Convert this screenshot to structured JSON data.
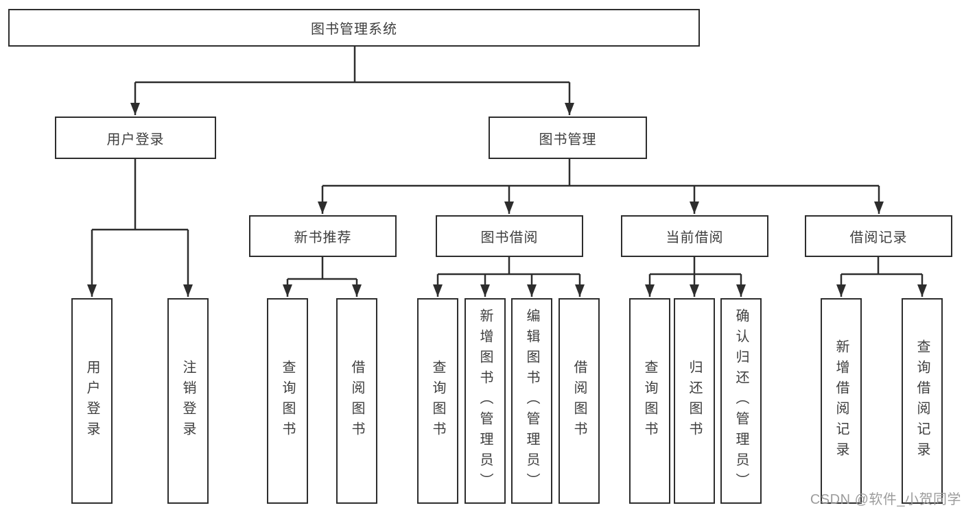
{
  "diagram": {
    "root": {
      "label": "图书管理系统"
    },
    "level2": [
      {
        "label": "用户登录"
      },
      {
        "label": "图书管理"
      }
    ],
    "level3": [
      {
        "label": "新书推荐",
        "parent": "图书管理"
      },
      {
        "label": "图书借阅",
        "parent": "图书管理"
      },
      {
        "label": "当前借阅",
        "parent": "图书管理"
      },
      {
        "label": "借阅记录",
        "parent": "图书管理"
      }
    ],
    "leaves": [
      {
        "label": "用户登录",
        "parent": "用户登录"
      },
      {
        "label": "注销登录",
        "parent": "用户登录"
      },
      {
        "label": "查询图书",
        "parent": "新书推荐"
      },
      {
        "label": "借阅图书",
        "parent": "新书推荐"
      },
      {
        "label": "查询图书",
        "parent": "图书借阅"
      },
      {
        "label": "新增图书（管理员）",
        "parent": "图书借阅"
      },
      {
        "label": "编辑图书（管理员）",
        "parent": "图书借阅"
      },
      {
        "label": "借阅图书",
        "parent": "图书借阅"
      },
      {
        "label": "查询图书",
        "parent": "当前借阅"
      },
      {
        "label": "归还图书",
        "parent": "当前借阅"
      },
      {
        "label": "确认归还（管理员）",
        "parent": "当前借阅"
      },
      {
        "label": "新增借阅记录",
        "parent": "借阅记录"
      },
      {
        "label": "查询借阅记录",
        "parent": "借阅记录"
      }
    ]
  },
  "watermark": {
    "text": "CSDN @软件_小贺同学"
  },
  "colors": {
    "line": "#2d2d2d",
    "box_border": "#2d2d2d",
    "text": "#3e3e3e",
    "watermark": "#9c9c9c",
    "background": "#ffffff"
  }
}
